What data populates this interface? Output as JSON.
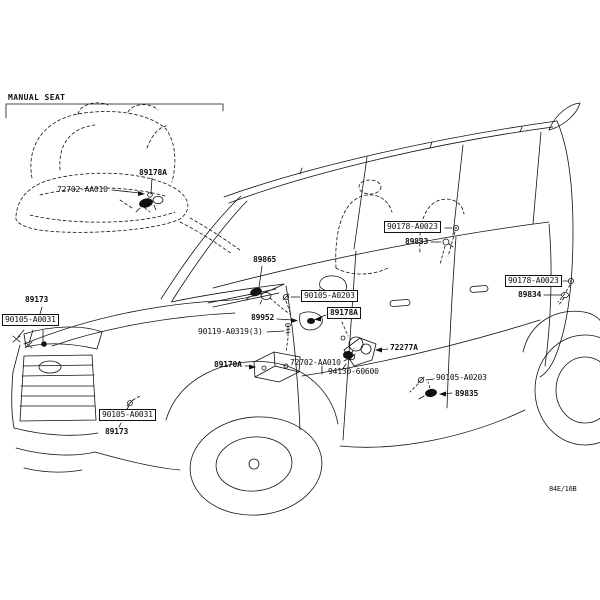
{
  "document": {
    "type": "vehicle-parts-diagram",
    "page_code": "84E/16B"
  },
  "inset": {
    "title": "MANUAL SEAT"
  },
  "colors": {
    "line": "#111111",
    "background": "#ffffff"
  },
  "callouts": [
    {
      "label": "72702-AA010",
      "style": "plain",
      "area": "seat-inset"
    },
    {
      "label": "89178A",
      "style": "bold",
      "area": "seat-inset"
    },
    {
      "label": "90178-A0023",
      "style": "boxed",
      "area": "roof-front"
    },
    {
      "label": "89833",
      "style": "bold",
      "area": "roof-front"
    },
    {
      "label": "90178-A0023",
      "style": "boxed",
      "area": "rear-quarter"
    },
    {
      "label": "89834",
      "style": "bold",
      "area": "rear-quarter"
    },
    {
      "label": "89865",
      "style": "bold",
      "area": "cowl"
    },
    {
      "label": "90105-A0203",
      "style": "boxed",
      "area": "cowl"
    },
    {
      "label": "89952",
      "style": "bold",
      "area": "cowl"
    },
    {
      "label": "89178A",
      "style": "boxed-bold",
      "area": "cowl"
    },
    {
      "label": "90119-A0319(3)",
      "style": "plain",
      "area": "floor"
    },
    {
      "label": "89170A",
      "style": "bold",
      "area": "floor"
    },
    {
      "label": "72702-AA010",
      "style": "plain",
      "area": "floor"
    },
    {
      "label": "94130-60600",
      "style": "plain",
      "area": "floor"
    },
    {
      "label": "72277A",
      "style": "bold",
      "area": "floor"
    },
    {
      "label": "90105-A0203",
      "style": "plain",
      "area": "rocker"
    },
    {
      "label": "89835",
      "style": "bold",
      "area": "rocker"
    },
    {
      "label": "89173",
      "style": "bold",
      "area": "front-left"
    },
    {
      "label": "90105-A0031",
      "style": "boxed",
      "area": "front-left"
    },
    {
      "label": "90105-A0031",
      "style": "boxed",
      "area": "bumper"
    },
    {
      "label": "89173",
      "style": "bold",
      "area": "bumper"
    }
  ]
}
